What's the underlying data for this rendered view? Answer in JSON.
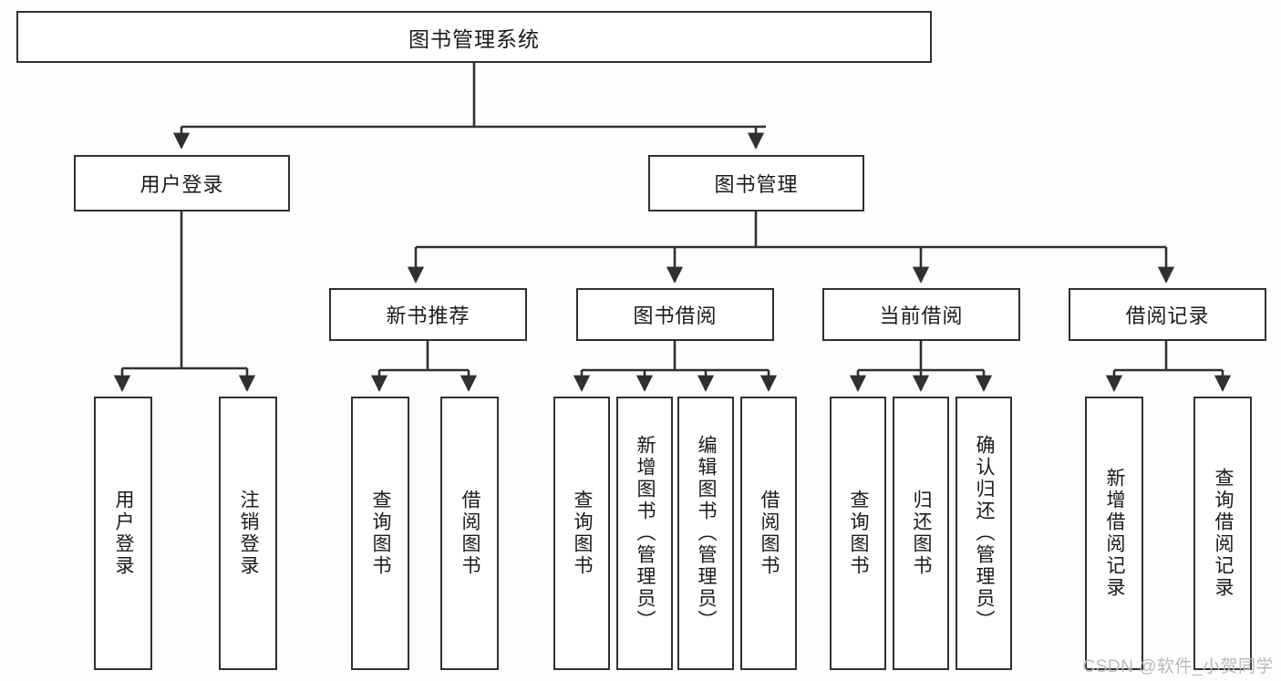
{
  "diagram": {
    "title": "图书管理系统",
    "type": "function-structure-tree",
    "colors": {
      "stroke": "#303030",
      "box_fill": "#ffffff",
      "background": "#fdfdfd",
      "text": "#1a1a1a",
      "watermark": "#b9b9b9"
    },
    "root": {
      "label": "图书管理系统"
    },
    "level2": [
      {
        "label": "用户登录"
      },
      {
        "label": "图书管理"
      }
    ],
    "level3": [
      {
        "label": "新书推荐"
      },
      {
        "label": "图书借阅"
      },
      {
        "label": "当前借阅"
      },
      {
        "label": "借阅记录"
      }
    ],
    "leaves": {
      "user_login": [
        {
          "label": "用户登录"
        },
        {
          "label": "注销登录"
        }
      ],
      "new_book_recommend": [
        {
          "label": "查询图书"
        },
        {
          "label": "借阅图书"
        }
      ],
      "book_borrow": [
        {
          "label": "查询图书"
        },
        {
          "label": "新增图书（管理员）"
        },
        {
          "label": "编辑图书（管理员）"
        },
        {
          "label": "借阅图书"
        }
      ],
      "current_borrow": [
        {
          "label": "查询图书"
        },
        {
          "label": "归还图书"
        },
        {
          "label": "确认归还（管理员）"
        }
      ],
      "borrow_record": [
        {
          "label": "新增借阅记录"
        },
        {
          "label": "查询借阅记录"
        }
      ]
    }
  },
  "watermark": {
    "text": "CSDN @软件_小贺同学"
  }
}
